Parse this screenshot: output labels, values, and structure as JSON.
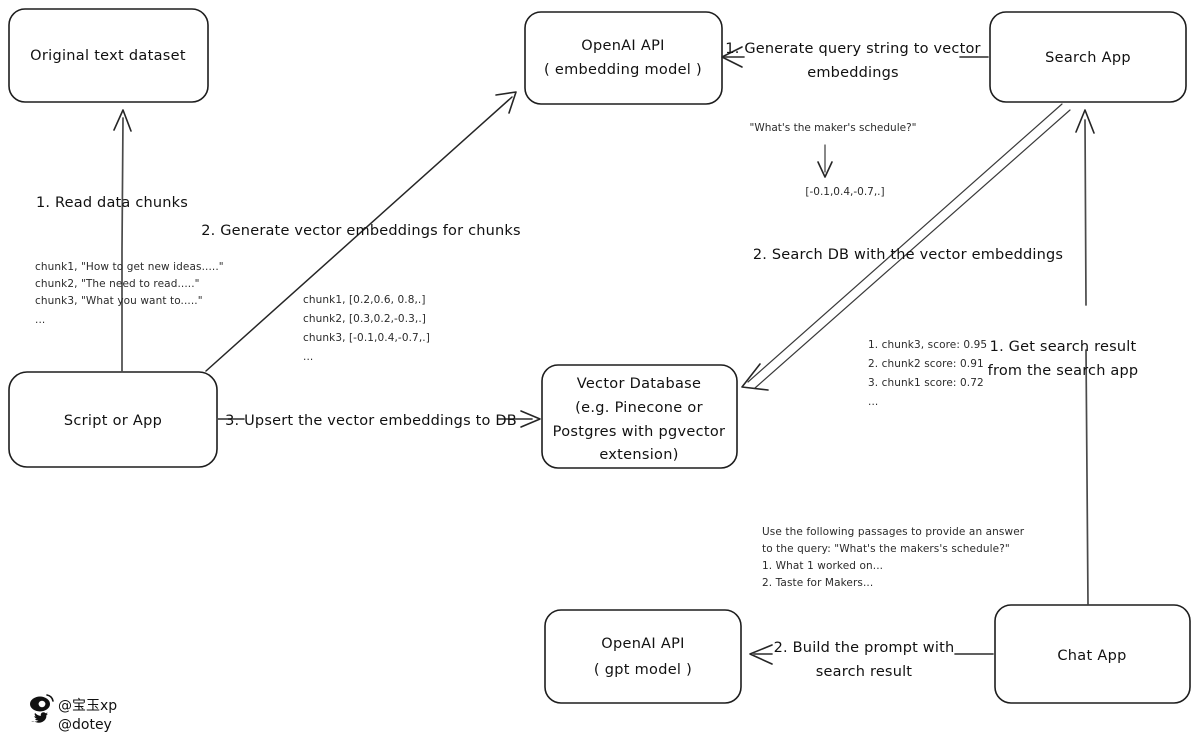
{
  "diagram": {
    "title": "RAG vector embedding search architecture",
    "nodes": [
      {
        "id": "original_dataset",
        "label": "Original text dataset",
        "lines": [
          "Original text dataset"
        ]
      },
      {
        "id": "script_or_app",
        "label": "Script or App",
        "lines": [
          "Script or App"
        ]
      },
      {
        "id": "openai_embedding",
        "label": "OpenAI API ( embedding model )",
        "lines": [
          "OpenAI API",
          "( embedding model )"
        ]
      },
      {
        "id": "vector_database",
        "label": "Vector Database (e.g. Pinecone or Postgres with pgvector extension)",
        "lines": [
          "Vector Database",
          "(e.g. Pinecone or",
          "Postgres with pgvector",
          "extension)"
        ]
      },
      {
        "id": "search_app",
        "label": "Search App",
        "lines": [
          "Search App"
        ]
      },
      {
        "id": "openai_gpt",
        "label": "OpenAI API ( gpt model )",
        "lines": [
          "OpenAI API",
          "( gpt model )"
        ]
      },
      {
        "id": "chat_app",
        "label": "Chat App",
        "lines": [
          "Chat App"
        ]
      }
    ],
    "edges": [
      {
        "id": "read_data_chunks",
        "label": "1. Read data chunks",
        "from": "script_or_app",
        "to": "original_dataset"
      },
      {
        "id": "generate_embeddings",
        "label": "2. Generate vector embeddings for chunks",
        "from": "script_or_app",
        "to": "openai_embedding"
      },
      {
        "id": "upsert_to_db",
        "label": "3. Upsert the vector embeddings  to DB",
        "from": "script_or_app",
        "to": "vector_database"
      },
      {
        "id": "generate_query_string",
        "label_lines": [
          "1. Generate query string to vector",
          "embeddings"
        ],
        "from": "search_app",
        "to": "openai_embedding"
      },
      {
        "id": "search_db",
        "label": "2. Search DB with the vector embeddings",
        "from": "search_app",
        "to": "vector_database"
      },
      {
        "id": "get_search_result",
        "label_lines": [
          "1. Get search result",
          "from the search app"
        ],
        "from": "chat_app",
        "to": "search_app"
      },
      {
        "id": "build_prompt",
        "label_lines": [
          "2. Build the prompt with",
          "search result"
        ],
        "from": "chat_app",
        "to": "openai_gpt"
      }
    ],
    "annotations": [
      {
        "id": "raw-chunks-note",
        "lines": [
          "chunk1, \"How to get new ideas.....\"",
          "chunk2, \"The need to read.....\"",
          "chunk3, \"What you want to.....\"",
          "..."
        ]
      },
      {
        "id": "embedded-chunks-note",
        "lines": [
          "chunk1, [0.2,0.6, 0.8,.]",
          "chunk2, [0.3,0.2,-0.3,.]",
          "chunk3, [-0.1,0.4,-0.7,.]",
          "..."
        ]
      },
      {
        "id": "query-transform-note",
        "query": "\"What's the maker's schedule?\"",
        "vector": "[-0.1,0.4,-0.7,.]"
      },
      {
        "id": "search-results-note",
        "lines": [
          "1. chunk3, score: 0.95",
          "2. chunk2 score: 0.91",
          "3. chunk1 score: 0.72",
          "..."
        ]
      },
      {
        "id": "prompt-note",
        "lines": [
          "Use the following passages to provide an answer",
          "to the query: \"What's the makers's schedule?\"",
          "1. What 1 worked on...",
          "2. Taste for Makers..."
        ]
      }
    ],
    "signature": {
      "weibo_handle": "@宝玉xp",
      "twitter_handle": "@dotey"
    },
    "colors": {
      "background": "#ffffff",
      "box_stroke": "#1d1d1d",
      "edge_stroke": "#4a4a4a",
      "text": "#111111",
      "note_text": "#2b2b2b"
    }
  }
}
